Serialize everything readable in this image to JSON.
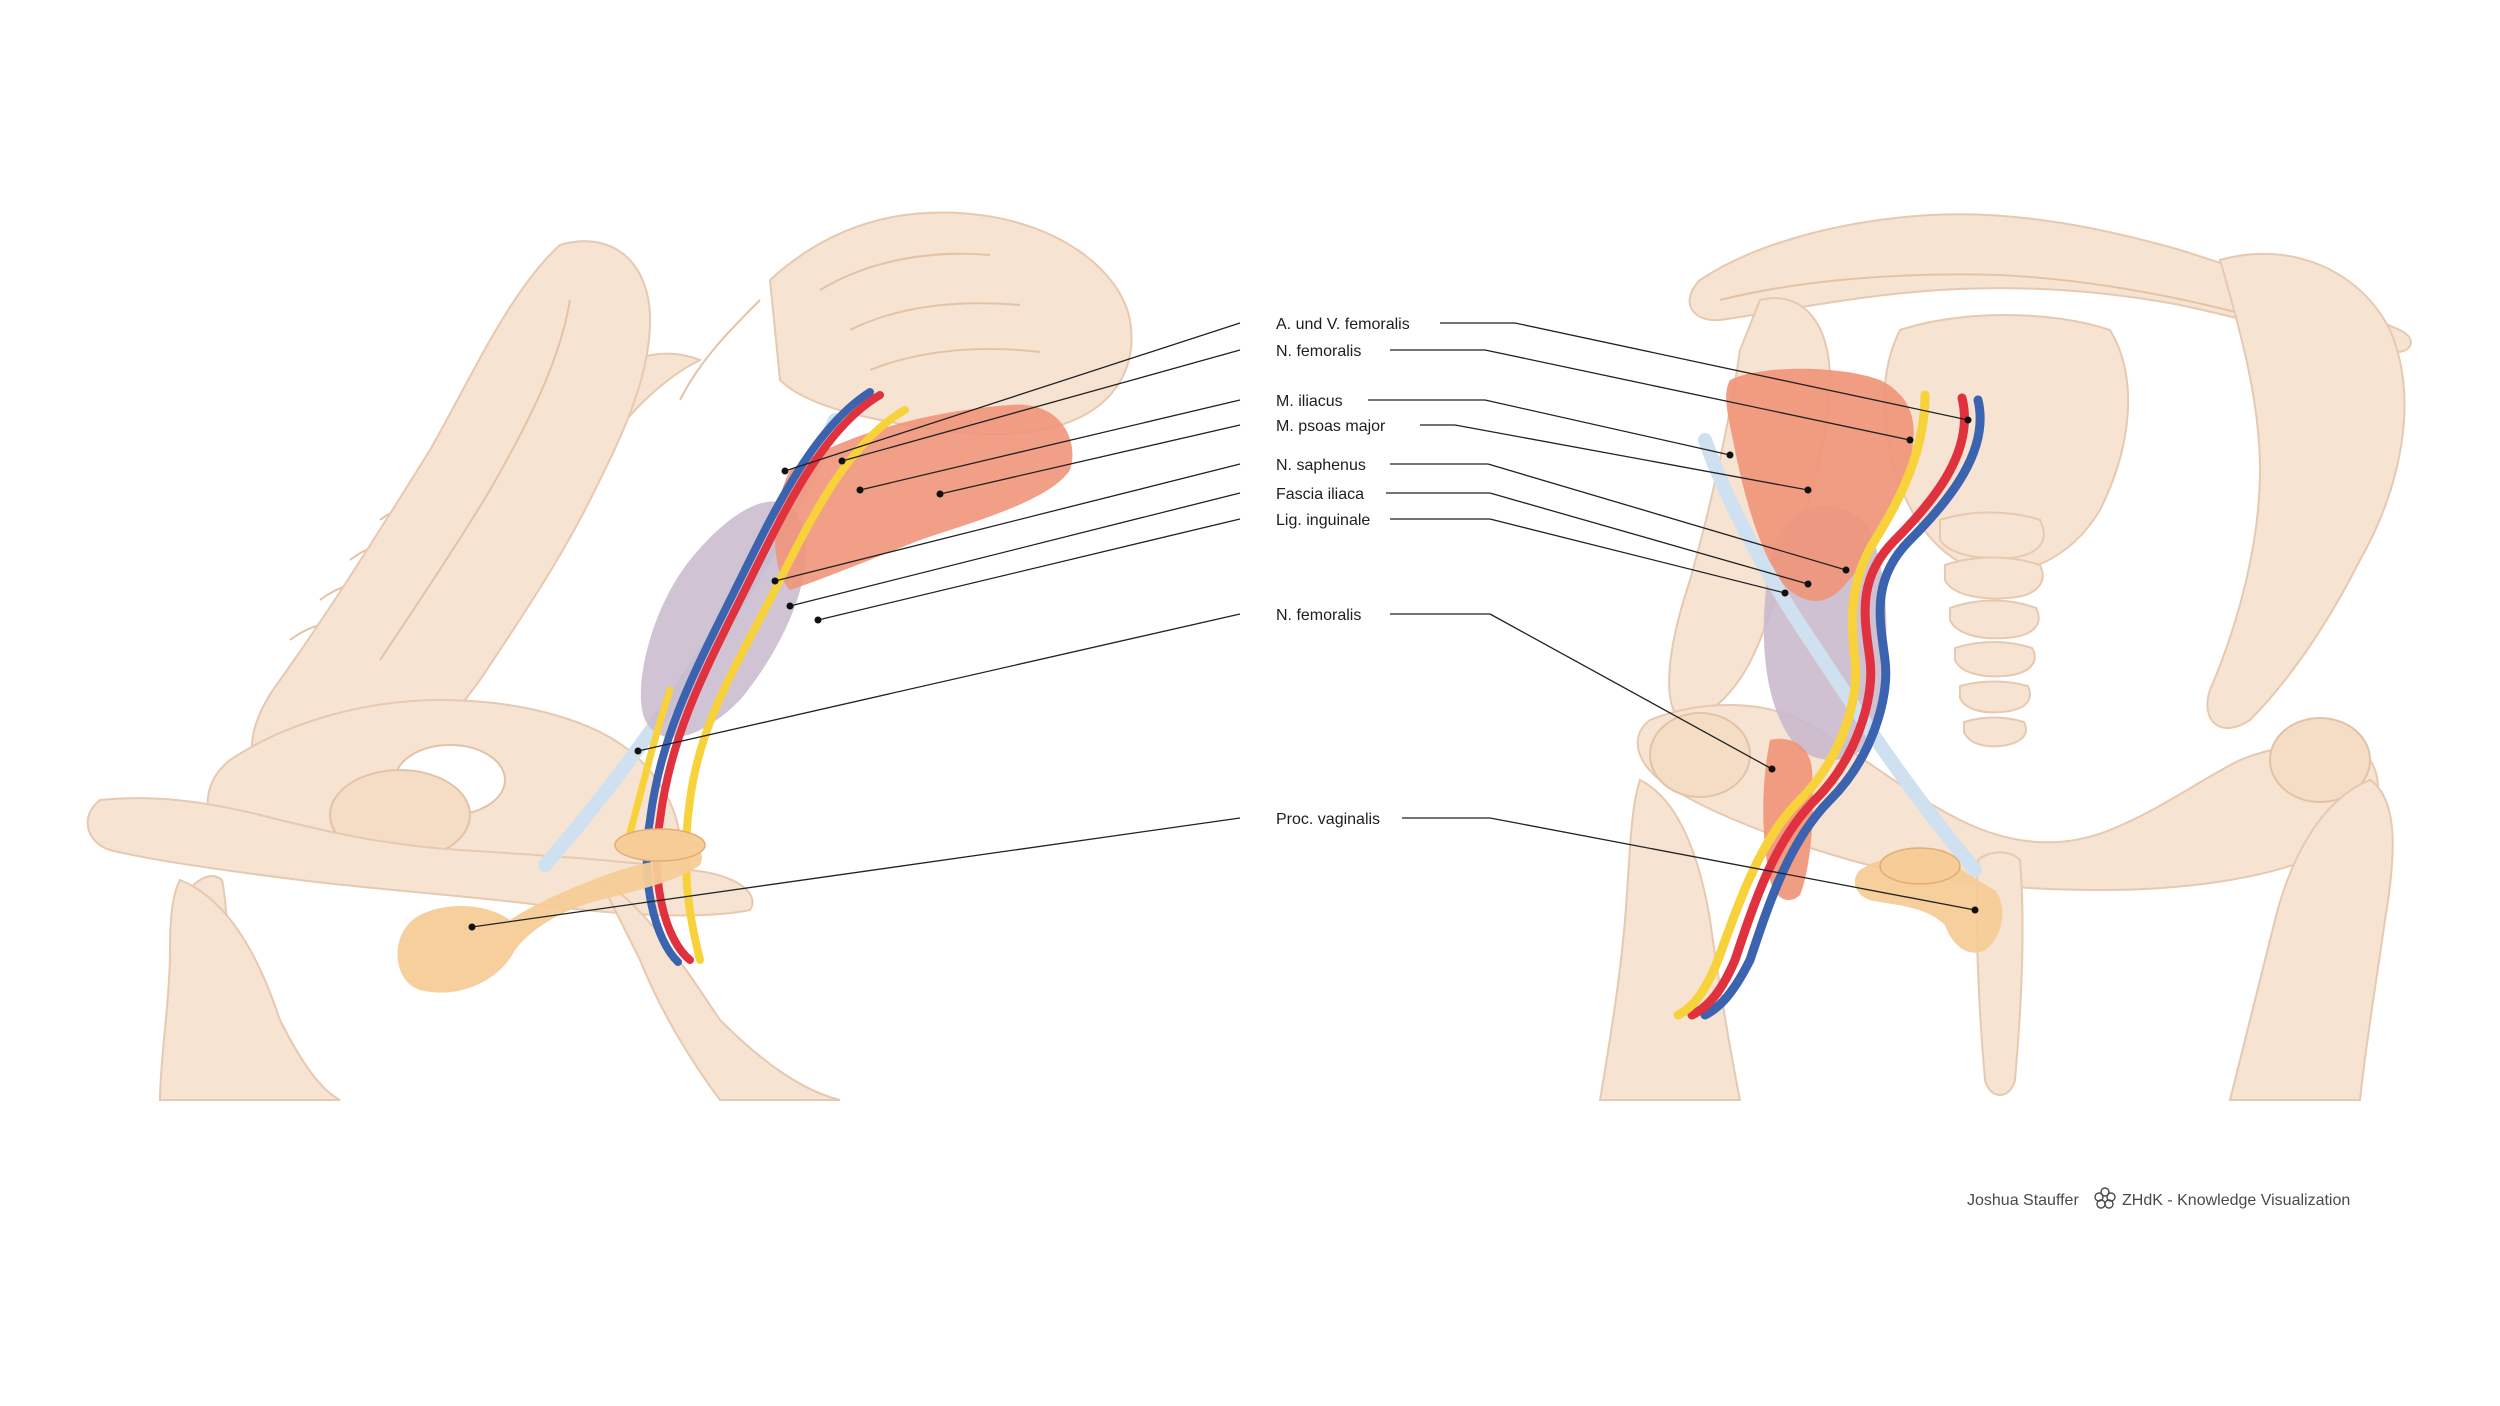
{
  "labels": [
    {
      "id": "a-v-femoralis",
      "text": "A. und V. femoralis"
    },
    {
      "id": "n-femoralis-1",
      "text": "N. femoralis"
    },
    {
      "id": "m-iliacus",
      "text": "M. iliacus"
    },
    {
      "id": "m-psoas-major",
      "text": "M. psoas major"
    },
    {
      "id": "n-saphenus",
      "text": "N. saphenus"
    },
    {
      "id": "fascia-iliaca",
      "text": "Fascia iliaca"
    },
    {
      "id": "lig-inguinale",
      "text": "Lig. inguinale"
    },
    {
      "id": "n-femoralis-2",
      "text": "N. femoralis"
    },
    {
      "id": "proc-vaginalis",
      "text": "Proc. vaginalis"
    }
  ],
  "credit": {
    "author": "Joshua Stauffer",
    "institution": "ZHdK - Knowledge Visualization",
    "logo_icon": "zhdk-flower-icon"
  },
  "colors": {
    "bone": "#f7e3d1",
    "artery": "#e0313f",
    "vein": "#3b63b0",
    "nerve": "#f7d23a",
    "muscle": "#f0957a",
    "fascia": "#c8b8cc",
    "ligament": "#cfe0f0",
    "proc_vaginalis": "#f6cc97"
  }
}
